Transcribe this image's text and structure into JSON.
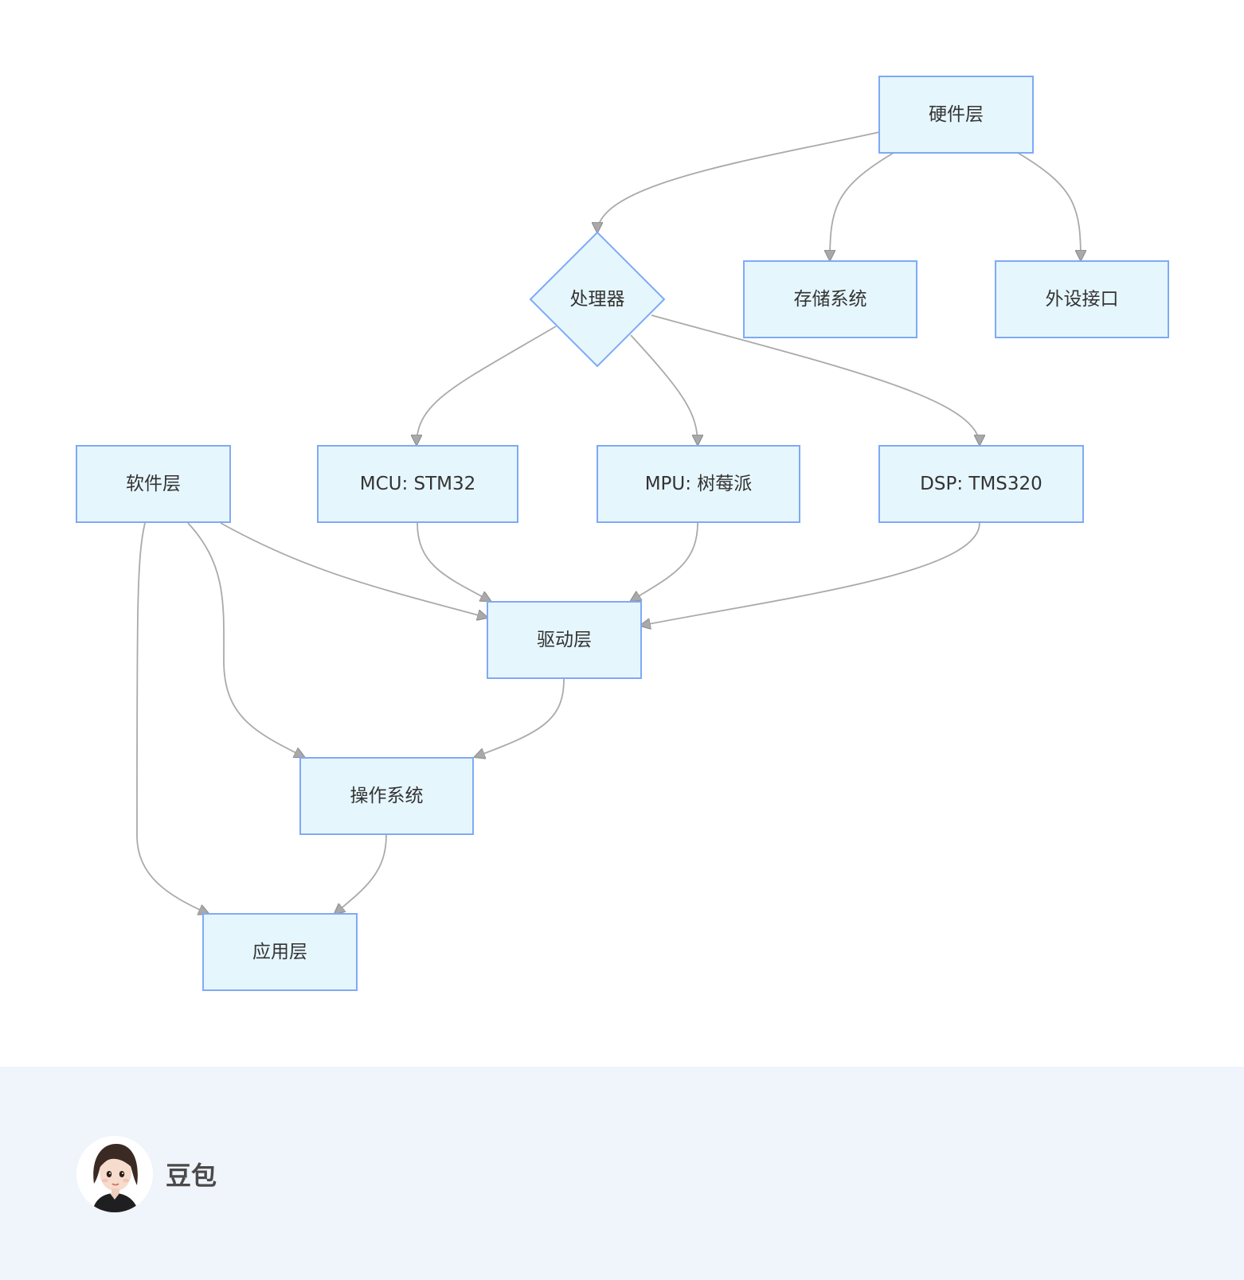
{
  "diagram": {
    "colors": {
      "node_fill": "#e6f6fd",
      "node_stroke": "#7eaaf5",
      "edge": "#aaaaaa",
      "text": "#333333"
    },
    "nodes": {
      "hardware": "硬件层",
      "processor": "处理器",
      "storage": "存储系统",
      "peripheral": "外设接口",
      "software": "软件层",
      "mcu": "MCU: STM32",
      "mpu": "MPU: 树莓派",
      "dsp": "DSP: TMS320",
      "driver": "驱动层",
      "os": "操作系统",
      "app": "应用层"
    },
    "edges": [
      [
        "hardware",
        "processor"
      ],
      [
        "hardware",
        "storage"
      ],
      [
        "hardware",
        "peripheral"
      ],
      [
        "processor",
        "mcu"
      ],
      [
        "processor",
        "mpu"
      ],
      [
        "processor",
        "dsp"
      ],
      [
        "mcu",
        "driver"
      ],
      [
        "mpu",
        "driver"
      ],
      [
        "dsp",
        "driver"
      ],
      [
        "software",
        "driver"
      ],
      [
        "software",
        "os"
      ],
      [
        "software",
        "app"
      ],
      [
        "driver",
        "os"
      ],
      [
        "os",
        "app"
      ]
    ]
  },
  "footer": {
    "bot_name": "豆包",
    "avatar_icon": "avatar-icon",
    "background": "#f0f4fb"
  }
}
